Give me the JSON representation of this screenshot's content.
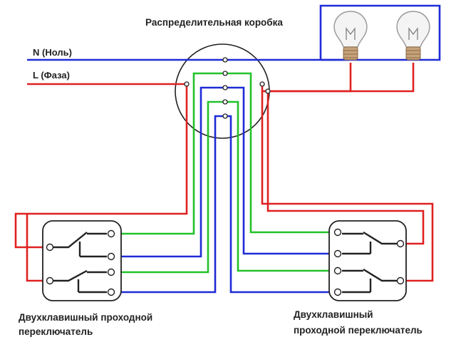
{
  "labels": {
    "junction_box": "Распределительная коробка",
    "neutral": "N (Ноль)",
    "phase": "L (Фаза)",
    "left_switch_line1": "Двухклавишный проходной",
    "left_switch_line2": "переключатель",
    "right_switch_line1": "Двухклавишный",
    "right_switch_line2": "проходной переключатель"
  },
  "colors": {
    "neutral": "#1f2bd6",
    "phase": "#e02020",
    "green": "#22c22a",
    "blue": "#1f2bd6",
    "outline": "#222222",
    "background": "#ffffff"
  },
  "components": {
    "lamps": [
      "light-bulb-icon",
      "light-bulb-icon"
    ],
    "switches": [
      "double-two-way-switch",
      "double-two-way-switch"
    ],
    "junction_box": "circle"
  }
}
